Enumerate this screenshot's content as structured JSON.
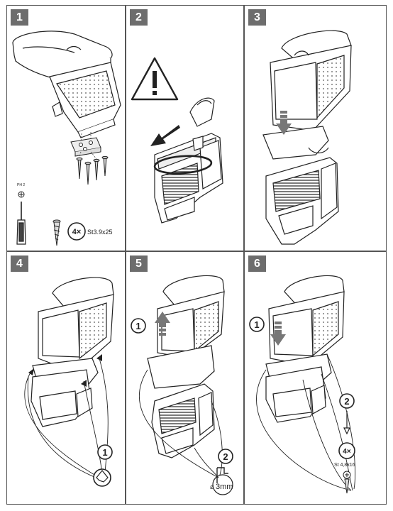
{
  "panels": [
    {
      "number": "1"
    },
    {
      "number": "2"
    },
    {
      "number": "3"
    },
    {
      "number": "4"
    },
    {
      "number": "5"
    },
    {
      "number": "6"
    }
  ],
  "step1": {
    "bit_label": "PH 2",
    "screw_count": "4×",
    "screw_spec": "St3.9x25"
  },
  "step4": {
    "callout": "1"
  },
  "step5": {
    "callout_1": "1",
    "callout_2": "2",
    "drill_size": "3mm",
    "drill_symbol": "ø"
  },
  "step6": {
    "callout_1": "1",
    "callout_2": "2",
    "screw_count": "4×",
    "screw_spec": "St 4,8x16"
  },
  "colors": {
    "panel_badge": "#6d6d6d",
    "line": "#222222",
    "dots": "#555555"
  },
  "icons": [
    "warning-triangle-icon",
    "arrow-down-icon",
    "arrow-up-icon",
    "screwdriver-icon",
    "screw-icon",
    "drill-bit-icon"
  ]
}
